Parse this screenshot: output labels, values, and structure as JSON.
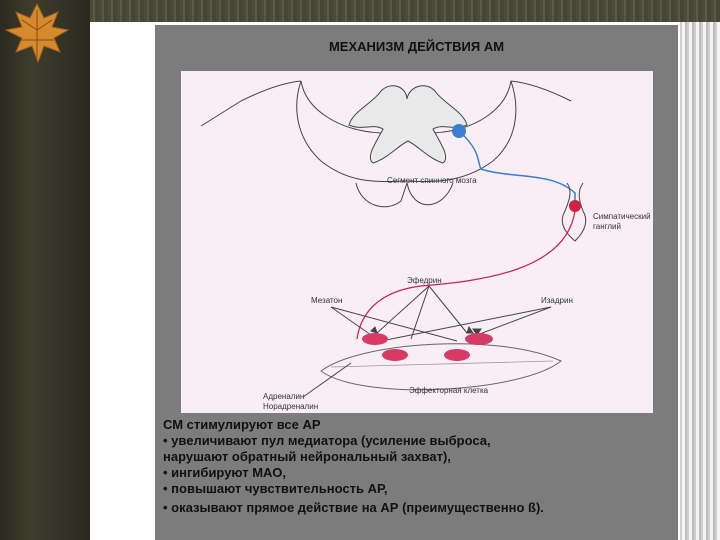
{
  "slide": {
    "title": "МЕХАНИЗМ ДЕЙСТВИЯ АМ",
    "diagram_labels": {
      "spinal_segment": "Сегмент спинного мозга",
      "ganglion_line1": "Симпатический",
      "ganglion_line2": "ганглий",
      "ephedrine": "Эфедрин",
      "mesaton": "Мезатон",
      "izadrin": "Изадрин",
      "effector_cell": "Эффекторная клетка",
      "adrenaline": "Адреналин",
      "noradrenaline": "Норадреналин"
    },
    "bullets": [
      "СМ стимулируют все АР",
      "• увеличивают пул медиатора (усиление выброса,",
      "нарушают обратный нейрональный захват),",
      "• ингибируют МАО,",
      "• повышают чувствительность АР,",
      "• оказывают прямое действие на АР (преимущественно ß)."
    ],
    "colors": {
      "background": "#7c7c7c",
      "figure": "#f9eef5",
      "neuron_blue": "#3b7fd0",
      "neuron_red": "#cc2244"
    }
  }
}
